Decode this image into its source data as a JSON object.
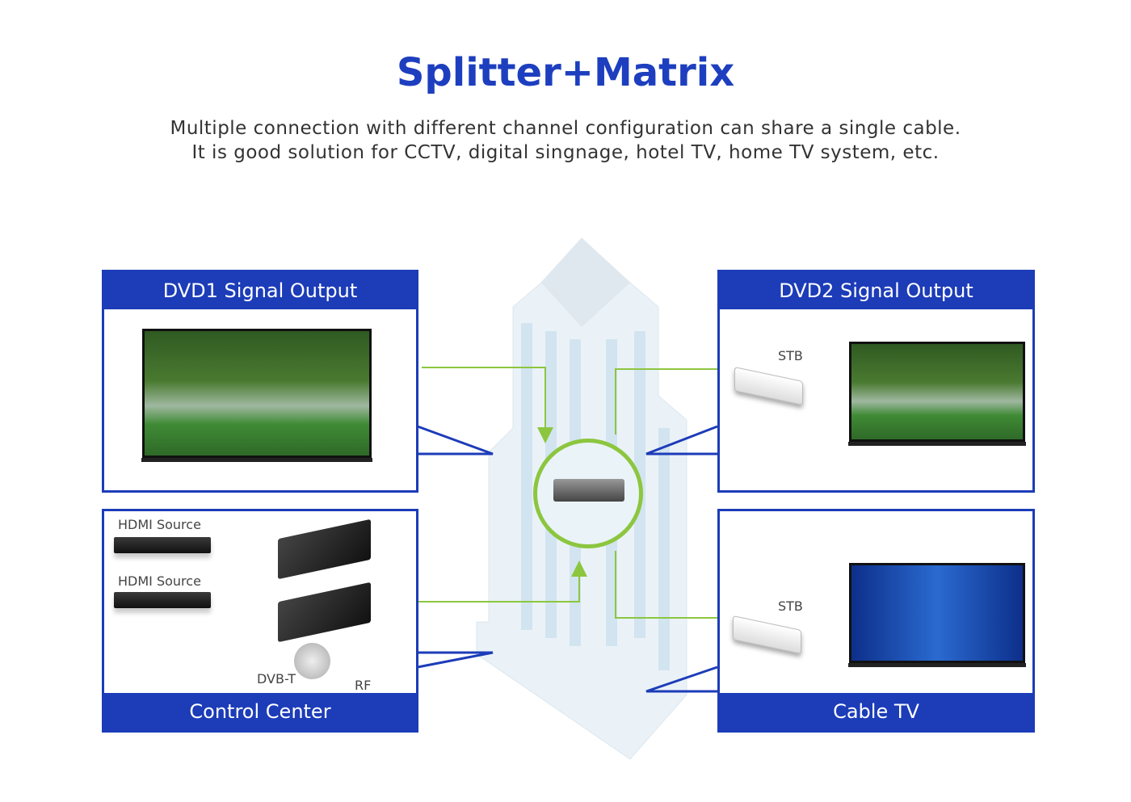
{
  "title": "Splitter+Matrix",
  "subtitle": [
    "Multiple connection with different channel configuration can share a single  cable.",
    "It is good solution for CCTV, digital singnage, hotel TV, home TV system, etc."
  ],
  "panels": {
    "dvd1": {
      "title": "DVD1 Signal Output"
    },
    "dvd2": {
      "title": "DVD2 Signal Output",
      "stb_label": "STB"
    },
    "control": {
      "title": "Control Center",
      "source1": "HDMI Source",
      "source2": "HDMI Source",
      "antenna": "DVB-T",
      "rf": "RF"
    },
    "cable": {
      "title": "Cable TV",
      "stb_label": "STB"
    }
  },
  "colors": {
    "blue": "#1c3cb8",
    "green": "#8cc63f"
  }
}
